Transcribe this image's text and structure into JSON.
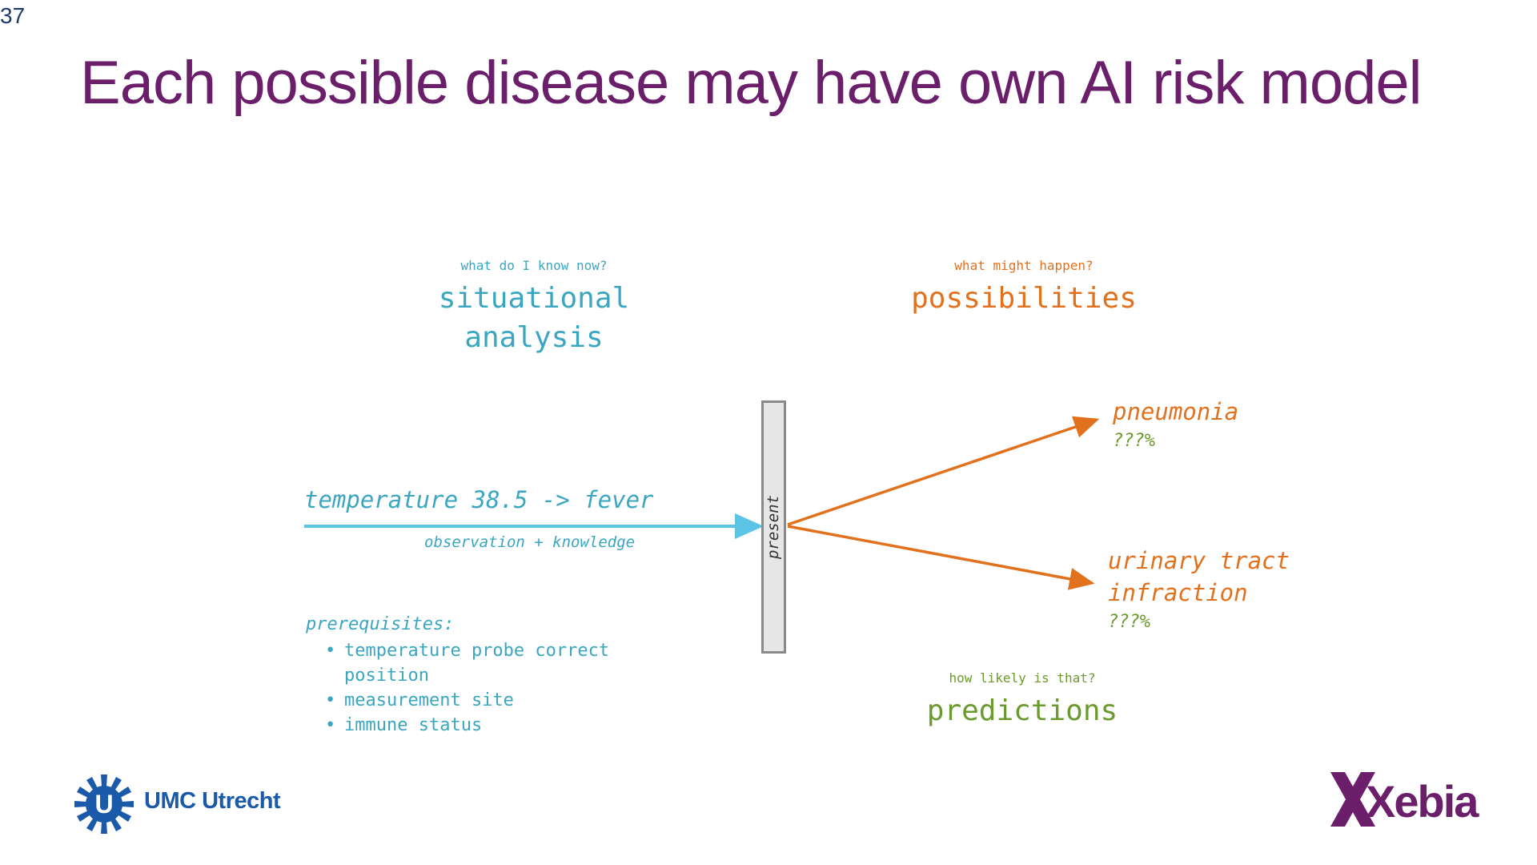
{
  "slide": {
    "number": "37",
    "title": "Each possible disease may have own AI risk model"
  },
  "situational": {
    "question": "what do I know now?",
    "heading_line1": "situational",
    "heading_line2": "analysis"
  },
  "possibilities": {
    "question": "what might happen?",
    "heading": "possibilities"
  },
  "predictions": {
    "question": "how likely is that?",
    "heading": "predictions"
  },
  "observation": {
    "label": "temperature 38.5 -> fever",
    "sublabel": "observation + knowledge"
  },
  "present": {
    "label": "present"
  },
  "outcomes": [
    {
      "name": "pneumonia",
      "probability": "???%"
    },
    {
      "name_line1": "urinary tract",
      "name_line2": "infraction",
      "probability": "???%"
    }
  ],
  "prerequisites": {
    "heading": "prerequisites:",
    "bullet": "•",
    "items": [
      "temperature probe correct",
      "position",
      "measurement site",
      "immune status"
    ]
  },
  "logos": {
    "left_text": "UMC Utrecht",
    "left_mark": "U",
    "right_text": "Xebia"
  },
  "colors": {
    "teal": "#3aa6bf",
    "light_blue_arrow": "#5bc3e3",
    "orange": "#e2711d",
    "green": "#6b9a2e",
    "title_purple": "#6b1f6b",
    "umc_blue": "#1a5aa8",
    "xebia_purple": "#6b1f6b"
  }
}
